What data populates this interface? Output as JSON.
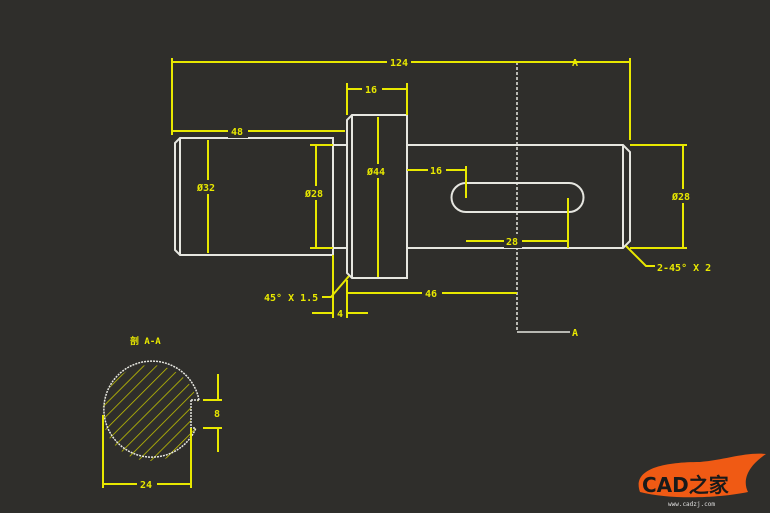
{
  "drawing": {
    "dimensions": {
      "overall_length": "124",
      "left_length": "48",
      "collar_width": "16",
      "left_diameter": "Ø32",
      "neck_diameter": "Ø28",
      "collar_diameter": "Ø44",
      "key_offset": "16",
      "key_length": "28",
      "right_diameter": "Ø28",
      "right_chamfer": "2-45° X 2",
      "section_offset": "46",
      "groove_width": "4",
      "collar_chamfer": "45° X 1.5"
    },
    "section_marker_top": "A",
    "section_marker_bottom": "A",
    "section": {
      "title": "剖 A-A",
      "key_depth": "8",
      "flat_width": "24"
    }
  },
  "watermark": {
    "logo_text": "CAD之家",
    "url": "www.cadzj.com"
  },
  "colors": {
    "background": "#2f2e2b",
    "dimension": "#e8e800",
    "geometry": "#e6e6e0",
    "logo_orange": "#f05a14"
  }
}
